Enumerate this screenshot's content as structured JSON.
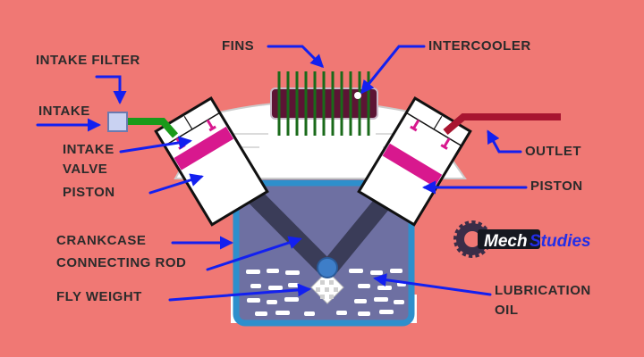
{
  "labels": {
    "intake_filter": "INTAKE FILTER",
    "intake": "INTAKE",
    "intake_valve_line1": "INTAKE",
    "intake_valve_line2": "VALVE",
    "piston_left": "PISTON",
    "fins": "FINS",
    "intercooler": "INTERCOOLER",
    "outlet": "OUTLET",
    "piston_right": "PISTON",
    "crankcase": "CRANKCASE",
    "connecting_rod": "CONNECTING ROD",
    "fly_weight": "FLY WEIGHT",
    "lubrication_line1": "LUBRICATION",
    "lubrication_line2": "OIL"
  },
  "logo": {
    "part1": "Mech",
    "part2": "Studies"
  },
  "colors": {
    "background": "#f07874",
    "pointer": "#1320f0",
    "crankcase_fill": "#6e70a2",
    "crankcase_border": "#2e8fcc",
    "rod": "#3a3c58",
    "piston_pink": "#d8188e",
    "intake_pipe": "#1a9a1a",
    "outlet_pipe": "#a81530",
    "intercooler": "#5c1434",
    "fin": "#1a6a1a"
  }
}
